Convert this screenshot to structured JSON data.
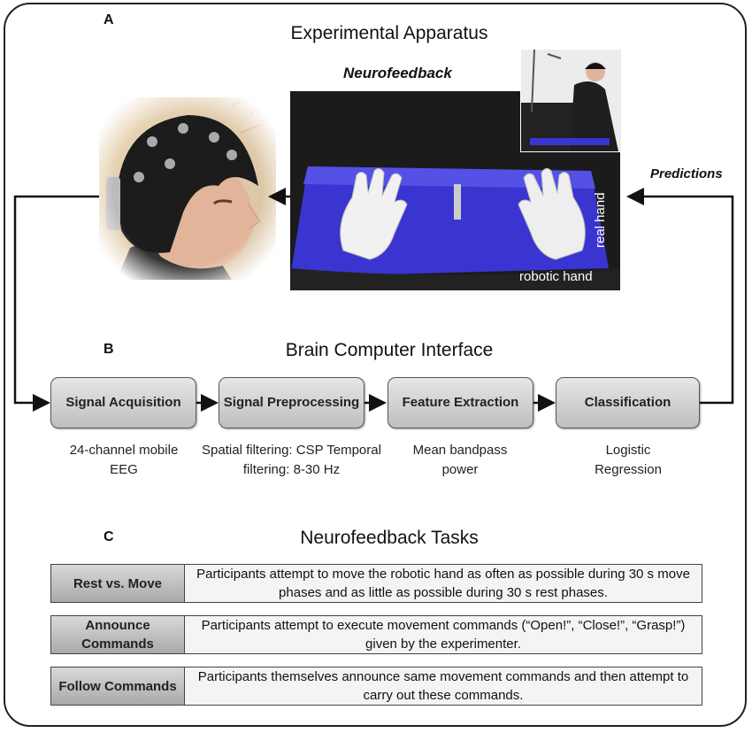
{
  "section_a": {
    "letter": "A",
    "title": "Experimental Apparatus",
    "neurofeedback_label": "Neurofeedback",
    "predictions_label": "Predictions",
    "robotic_hand_label": "robotic hand",
    "real_hand_label": "real hand"
  },
  "section_b": {
    "letter": "B",
    "title": "Brain Computer Interface",
    "stages": [
      {
        "name": "Signal Acquisition",
        "desc": "24-channel mobile EEG"
      },
      {
        "name": "Signal Preprocessing",
        "desc": "Spatial filtering: CSP Temporal filtering: 8-30 Hz"
      },
      {
        "name": "Feature Extraction",
        "desc": "Mean bandpass power"
      },
      {
        "name": "Classification",
        "desc": "Logistic Regression"
      }
    ]
  },
  "section_c": {
    "letter": "C",
    "title": "Neurofeedback Tasks",
    "tasks": [
      {
        "name": "Rest vs. Move",
        "desc": "Participants attempt to move the robotic hand as often as possible during 30 s move phases and as little as possible during 30 s rest phases."
      },
      {
        "name": "Announce Commands",
        "desc": "Participants attempt to execute movement commands (“Open!”, “Close!”, “Grasp!”) given by the experimenter."
      },
      {
        "name": "Follow Commands",
        "desc": "Participants themselves announce same movement commands and then attempt to carry out these commands."
      }
    ]
  }
}
